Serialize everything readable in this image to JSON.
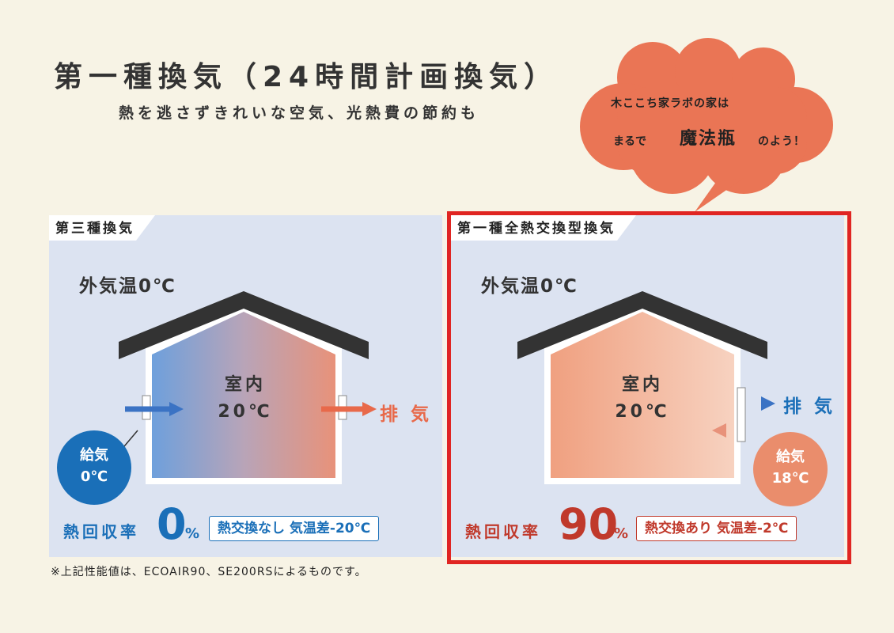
{
  "header": {
    "title": "第一種換気（24時間計画換気）",
    "subtitle": "熱を逃さずきれいな空気、光熱費の節約も"
  },
  "bubble": {
    "line1": "木ここち家ラボの家は",
    "line2_prefix": "まるで",
    "emphasis": "魔法瓶",
    "line2_suffix": "のよう！",
    "color": "#ea7555"
  },
  "panels": {
    "left": {
      "tab_label": "第三種換気",
      "outside_temp": "外気温0℃",
      "room_label": "室内",
      "room_temp": "20℃",
      "exhaust_label": "排 気",
      "supply_label": "給気",
      "supply_temp": "0℃",
      "recovery_label": "熱回収率",
      "recovery_value": "0",
      "recovery_unit": "%",
      "info": "熱交換なし 気温差-20℃",
      "accent_color": "#1a6fb8"
    },
    "right": {
      "tab_label": "第一種全熱交換型換気",
      "outside_temp": "外気温0℃",
      "room_label": "室内",
      "room_temp": "20℃",
      "exhaust_label": "排 気",
      "supply_label": "給気",
      "supply_temp": "18℃",
      "recovery_label": "熱回収率",
      "recovery_value": "90",
      "recovery_unit": "%",
      "info": "熱交換あり 気温差-2℃",
      "accent_color": "#c0392b",
      "highlight_border": "#e02522"
    }
  },
  "footnote": "※上記性能値は、ECOAIR90、SE200RSによるものです。"
}
